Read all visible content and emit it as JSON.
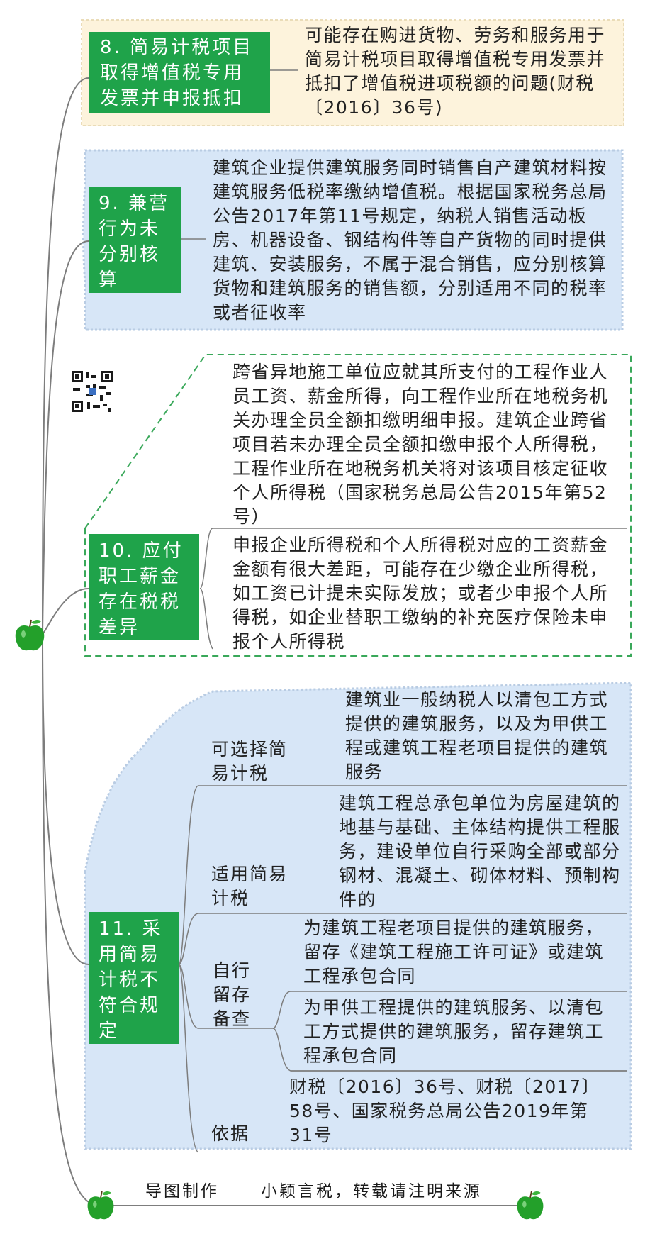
{
  "colors": {
    "green": "#1fa34a",
    "cream": "#fdf3dc",
    "blue": "#d7e6f7",
    "line": "#7d7d7d"
  },
  "nodes": [
    {
      "title": "8. 简易计税项目取得增值税专用发票并申报抵扣",
      "detail": "可能存在购进货物、劳务和服务用于简易计税项目取得增值税专用发票并抵扣了增值税进项税额的问题(财税〔2016〕36号)"
    },
    {
      "title": "9. 兼营行为未分别核算",
      "detail": "建筑企业提供建筑服务同时销售自产建筑材料按建筑服务低税率缴纳增值税。根据国家税务总局公告2017年第11号规定，纳税人销售活动板房、机器设备、钢结构件等自产货物的同时提供建筑、安装服务，不属于混合销售，应分别核算货物和建筑服务的销售额，分别适用不同的税率或者征收率"
    },
    {
      "title": "10. 应付职工薪金存在税税差异",
      "detail_1": "跨省异地施工单位应就其所支付的工程作业人员工资、薪金所得，向工程作业所在地税务机关办理全员全额扣缴明细申报。建筑企业跨省项目若未办理全员全额扣缴申报个人所得税，工程作业所在地税务机关将对该项目核定征收个人所得税（国家税务总局公告2015年第52号）",
      "detail_2": "申报企业所得税和个人所得税对应的工资薪金金额有很大差距，可能存在少缴企业所得税，如工资已计提未实际发放；或者少申报个人所得税，如企业替职工缴纳的补充医疗保险未申报个人所得税"
    },
    {
      "title": "11. 采用简易计税不符合规定",
      "branches": [
        {
          "label": "可选择简易计税",
          "detail": "建筑业一般纳税人以清包工方式提供的建筑服务，以及为甲供工程或建筑工程老项目提供的建筑服务"
        },
        {
          "label": "适用简易计税",
          "detail": "建筑工程总承包单位为房屋建筑的地基与基础、主体结构提供工程服务，建设单位自行采购全部或部分钢材、混凝土、砌体材料、预制构件的"
        },
        {
          "label": "自行留存备查",
          "detail_1": "为建筑工程老项目提供的建筑服务，留存《建筑工程施工许可证》或建筑工程承包合同",
          "detail_2": "为甲供工程提供的建筑服务、以清包工方式提供的建筑服务，留存建筑工程承包合同"
        },
        {
          "label": "依据",
          "detail": "财税〔2016〕36号、财税〔2017〕58号、国家税务总局公告2019年第31号"
        }
      ]
    }
  ],
  "footer": {
    "left": "导图制作",
    "right": "小颖言税，转载请注明来源"
  }
}
